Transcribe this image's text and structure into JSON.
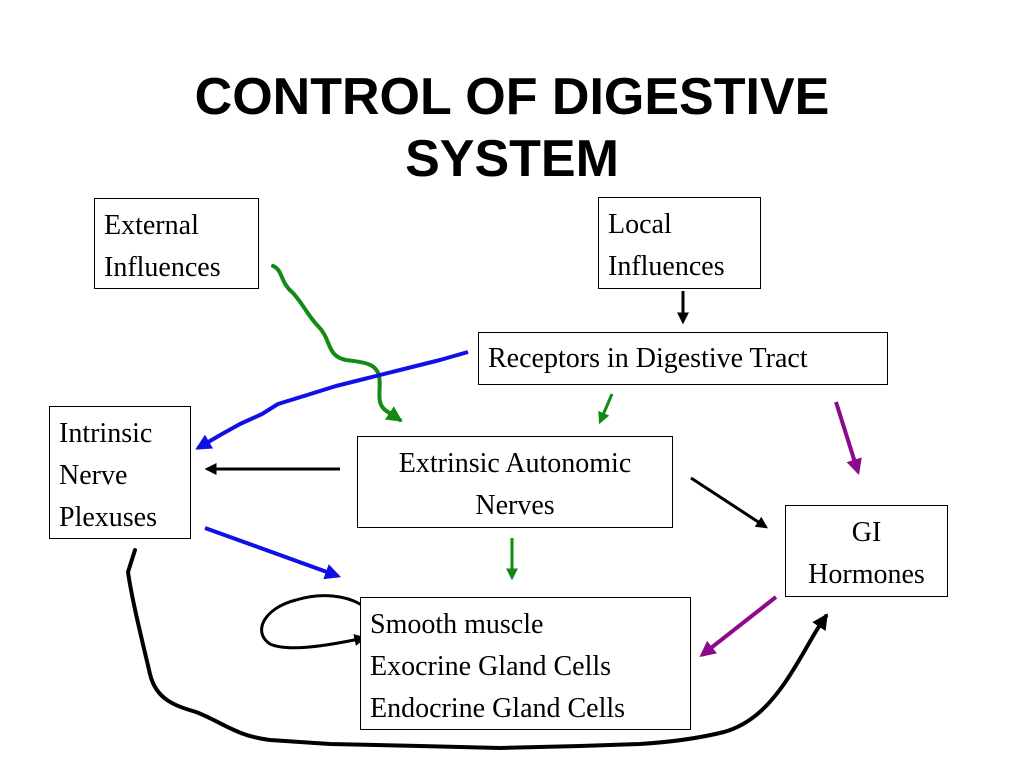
{
  "title": {
    "line1": "CONTROL OF DIGESTIVE",
    "line2": "SYSTEM"
  },
  "boxes": {
    "external_influences": [
      "External",
      "Influences"
    ],
    "local_influences": [
      "Local",
      "Influences"
    ],
    "receptors": [
      "Receptors in Digestive Tract"
    ],
    "intrinsic_nerve_plexuses": [
      "Intrinsic",
      "Nerve",
      "Plexuses"
    ],
    "extrinsic_autonomic_nerves": [
      "Extrinsic Autonomic",
      "Nerves"
    ],
    "gi_hormones": [
      "GI",
      "Hormones"
    ],
    "effectors": [
      "Smooth muscle",
      "Exocrine Gland Cells",
      "Endocrine Gland Cells"
    ]
  },
  "colors": {
    "black": "#000000",
    "green": "#138a13",
    "blue": "#1010e6",
    "purple": "#8b0a8b"
  }
}
